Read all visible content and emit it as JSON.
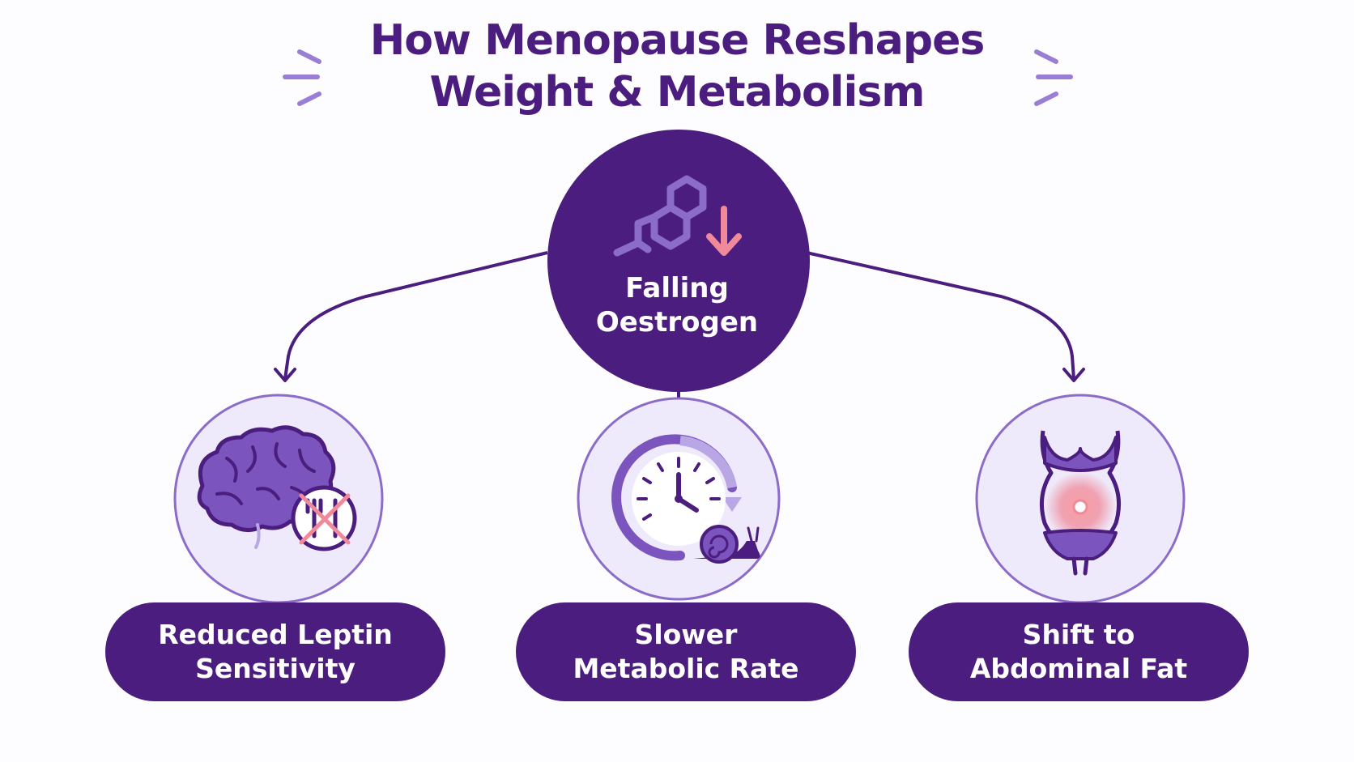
{
  "title": {
    "line1": "How Menopause Reshapes",
    "line2": "Weight & Metabolism"
  },
  "center_node": {
    "line1": "Falling",
    "line2": "Oestrogen",
    "icon": "hormone-molecule-down-arrow-icon"
  },
  "effects": [
    {
      "line1": "Reduced Leptin",
      "line2": "Sensitivity",
      "icon": "brain-no-eating-icon"
    },
    {
      "line1": "Slower",
      "line2": "Metabolic Rate",
      "icon": "clock-snail-icon"
    },
    {
      "line1": "Shift to",
      "line2": "Abdominal Fat",
      "icon": "abdomen-fat-icon"
    }
  ],
  "colors": {
    "primary": "#4a1d7e",
    "accent_light": "#8b6cc9",
    "circle_fill": "#efeafb",
    "highlight": "#f08a9a",
    "background": "#fdfcfe"
  }
}
